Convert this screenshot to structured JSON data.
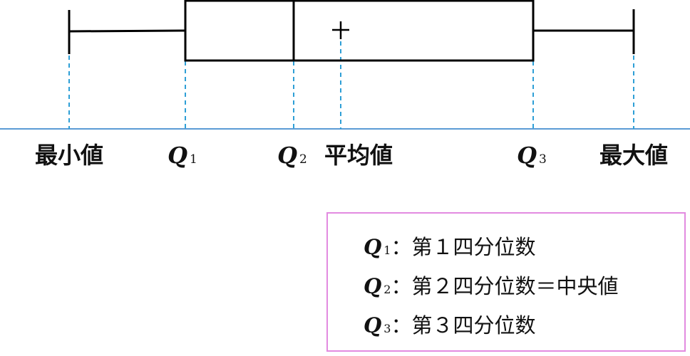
{
  "chart_data": {
    "type": "boxplot",
    "markers": [
      {
        "key": "min",
        "label": "最小値"
      },
      {
        "key": "q1",
        "symbol": "Q",
        "sub": "1"
      },
      {
        "key": "q2",
        "symbol": "Q",
        "sub": "2"
      },
      {
        "key": "mean",
        "label": "平均値"
      },
      {
        "key": "q3",
        "symbol": "Q",
        "sub": "3"
      },
      {
        "key": "max",
        "label": "最大値"
      }
    ]
  },
  "labels": {
    "min": "最小値",
    "q1_symbol": "Q",
    "q1_sub": "1",
    "q2_symbol": "Q",
    "q2_sub": "2",
    "mean": "平均値",
    "q3_symbol": "Q",
    "q3_sub": "3",
    "max": "最大値"
  },
  "legend": {
    "items": [
      {
        "symbol": "Q",
        "sub": "1",
        "text": "：第１四分位数"
      },
      {
        "symbol": "Q",
        "sub": "2",
        "text": "：第２四分位数＝中央値"
      },
      {
        "symbol": "Q",
        "sub": "3",
        "text": "：第３四分位数"
      }
    ]
  },
  "colors": {
    "axis": "#5b9bd5",
    "guide": "#2e9fd6",
    "box": "#000000",
    "legend_border": "#e28be0"
  }
}
